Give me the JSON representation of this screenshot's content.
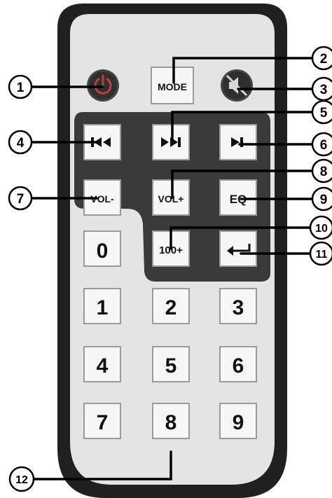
{
  "remote": {
    "buttons": {
      "power_icon": "power-icon",
      "mode_label": "MODE",
      "mute_icon": "mute-icon",
      "prev_icon": "previous-track-icon",
      "next_icon": "next-track-icon",
      "play_pause_icon": "play-pause-icon",
      "vol_minus_label": "VOL-",
      "vol_plus_label": "VOL+",
      "eq_label": "EQ",
      "hundred_plus_label": "100+",
      "return_icon": "return-icon",
      "digits": [
        "0",
        "1",
        "2",
        "3",
        "4",
        "5",
        "6",
        "7",
        "8",
        "9"
      ]
    },
    "callouts": [
      "1",
      "2",
      "3",
      "4",
      "5",
      "6",
      "7",
      "8",
      "9",
      "10",
      "11",
      "12"
    ],
    "colors": {
      "body": "#202020",
      "face": "#e4e4e4",
      "panel": "#3a3a3a",
      "key": "#f7f7f7",
      "power_red": "#b03030"
    }
  }
}
